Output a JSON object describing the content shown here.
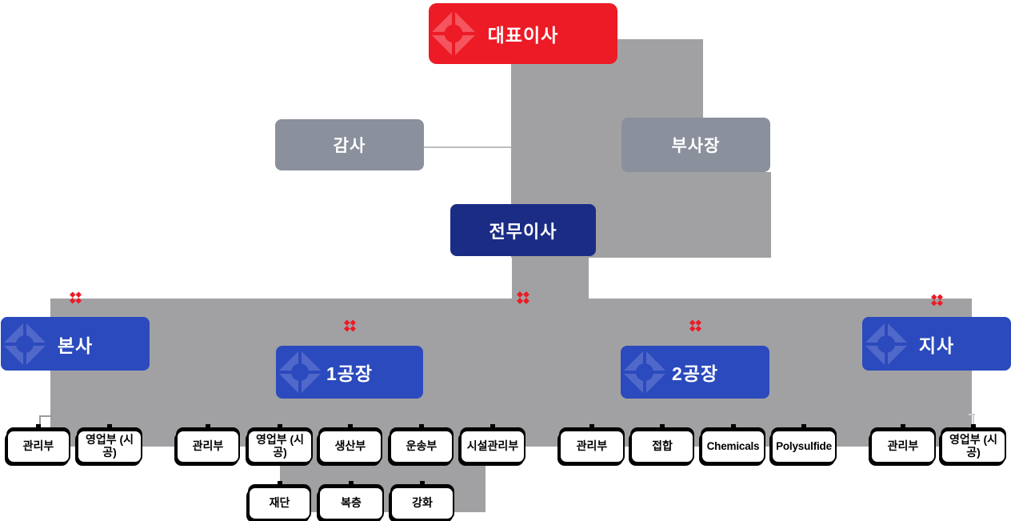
{
  "chart_title": "organization-chart",
  "colors": {
    "ceo_red": "#EC1B26",
    "ceo_red_light": "#F4555E",
    "staff_gray": "#8A909C",
    "navy": "#1B2C85",
    "division_blue": "#2B4ABD",
    "division_blue_light": "#5068C9",
    "connector_gray": "#A1A1A3",
    "marker_red": "#EC1B26"
  },
  "executives": {
    "ceo": "대표이사",
    "auditor": "감사",
    "vice_president": "부사장",
    "managing_director": "전무이사"
  },
  "divisions": {
    "hq": "본사",
    "factory1": "1공장",
    "factory2": "2공장",
    "branch": "지사"
  },
  "departments": {
    "hq": [
      "관리부",
      "영업부 (시공)"
    ],
    "factory1": [
      "관리부",
      "영업부 (시공)",
      "생산부",
      "운송부",
      "시설관리부"
    ],
    "factory1_processes": [
      "재단",
      "복층",
      "강화"
    ],
    "factory2": [
      "관리부",
      "접합",
      "Chemicals",
      "Polysulfide"
    ],
    "branch": [
      "관리부",
      "영업부 (시공)"
    ]
  }
}
